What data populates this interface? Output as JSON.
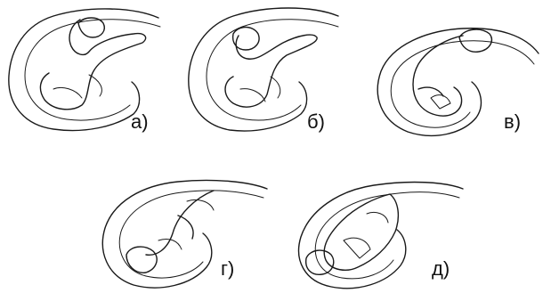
{
  "panels": [
    {
      "id": "a",
      "label": "а)"
    },
    {
      "id": "b",
      "label": "б)"
    },
    {
      "id": "v",
      "label": "в)"
    },
    {
      "id": "g",
      "label": "г)"
    },
    {
      "id": "d",
      "label": "д)"
    }
  ],
  "colors": {
    "line": "#1a1a1a",
    "background": "#ffffff"
  }
}
